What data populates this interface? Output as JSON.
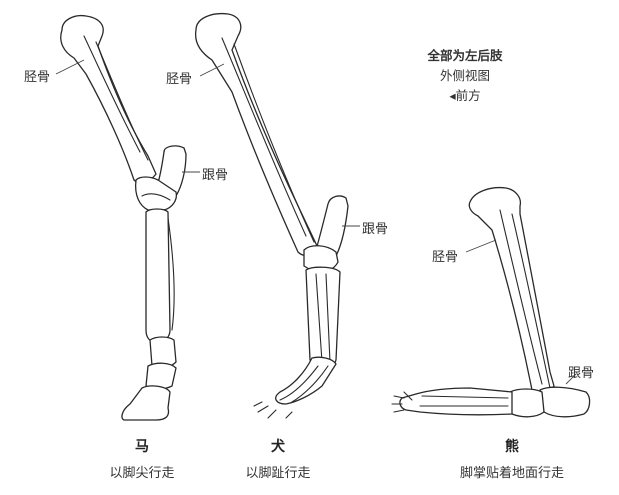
{
  "legend": {
    "line1": "全部为左后肢",
    "line2": "外侧视图",
    "line3": "前方",
    "arrow_glyph": "◂"
  },
  "horse": {
    "name": "马",
    "gait": "以脚尖行走",
    "tibia_label": "胫骨",
    "calcaneus_label": "跟骨"
  },
  "dog": {
    "name": "犬",
    "gait": "以脚趾行走",
    "tibia_label": "胫骨",
    "calcaneus_label": "跟骨"
  },
  "bear": {
    "name": "熊",
    "gait": "脚掌贴着地面行走",
    "tibia_label": "胫骨",
    "calcaneus_label": "跟骨"
  }
}
